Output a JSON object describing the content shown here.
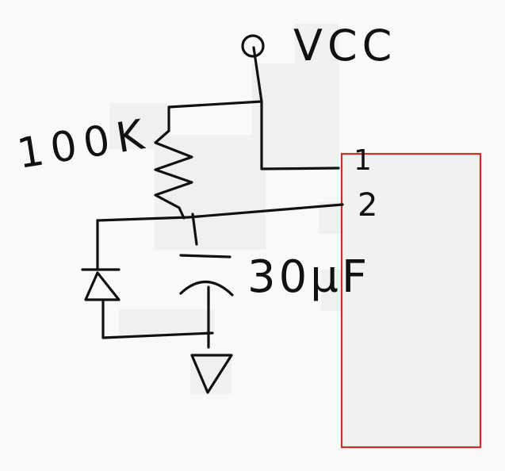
{
  "labels": {
    "supply": "VCC",
    "resistor": "100K",
    "capacitor": "30µF",
    "pin1": "1",
    "pin2": "2"
  },
  "colors": {
    "ink": "#111111",
    "chip_outline": "#d42a2a",
    "background": "#f8faf8",
    "highlight": "#eef1ee"
  }
}
